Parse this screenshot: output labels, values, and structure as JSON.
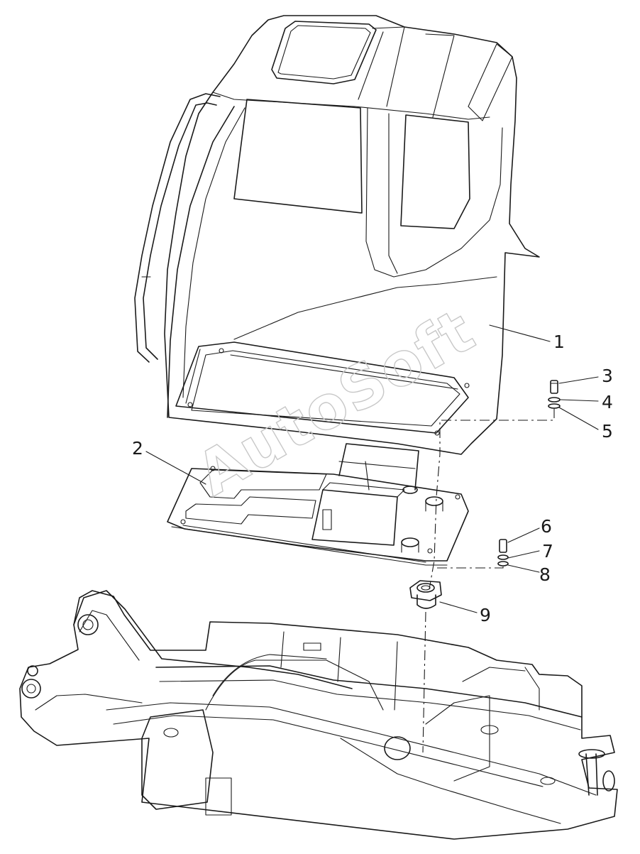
{
  "diagram": {
    "callouts": [
      {
        "id": "1",
        "part": "cab"
      },
      {
        "id": "2",
        "part": "floor-plate"
      },
      {
        "id": "3",
        "part": "bolt"
      },
      {
        "id": "4",
        "part": "washer"
      },
      {
        "id": "5",
        "part": "spring-washer"
      },
      {
        "id": "6",
        "part": "bolt"
      },
      {
        "id": "7",
        "part": "washer"
      },
      {
        "id": "8",
        "part": "spring-washer"
      },
      {
        "id": "9",
        "part": "damper-mount"
      }
    ],
    "watermark": "AutoSoft",
    "colors": {
      "ink": "#1a1a1a",
      "watermark": "#c8c8c8",
      "background": "#ffffff"
    }
  }
}
